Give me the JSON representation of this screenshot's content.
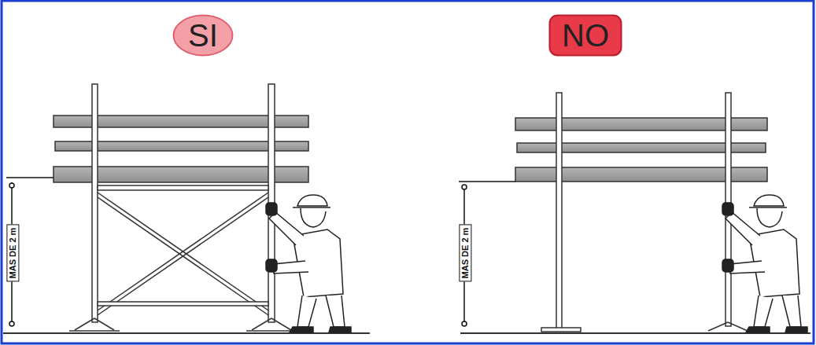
{
  "diagram": {
    "nodes": [
      {
        "text": [
          "SI"
        ]
      },
      {
        "text": [
          "NO"
        ]
      }
    ],
    "labels": [
      "MAS DE 2 m",
      "MAS DE 2 m"
    ]
  }
}
